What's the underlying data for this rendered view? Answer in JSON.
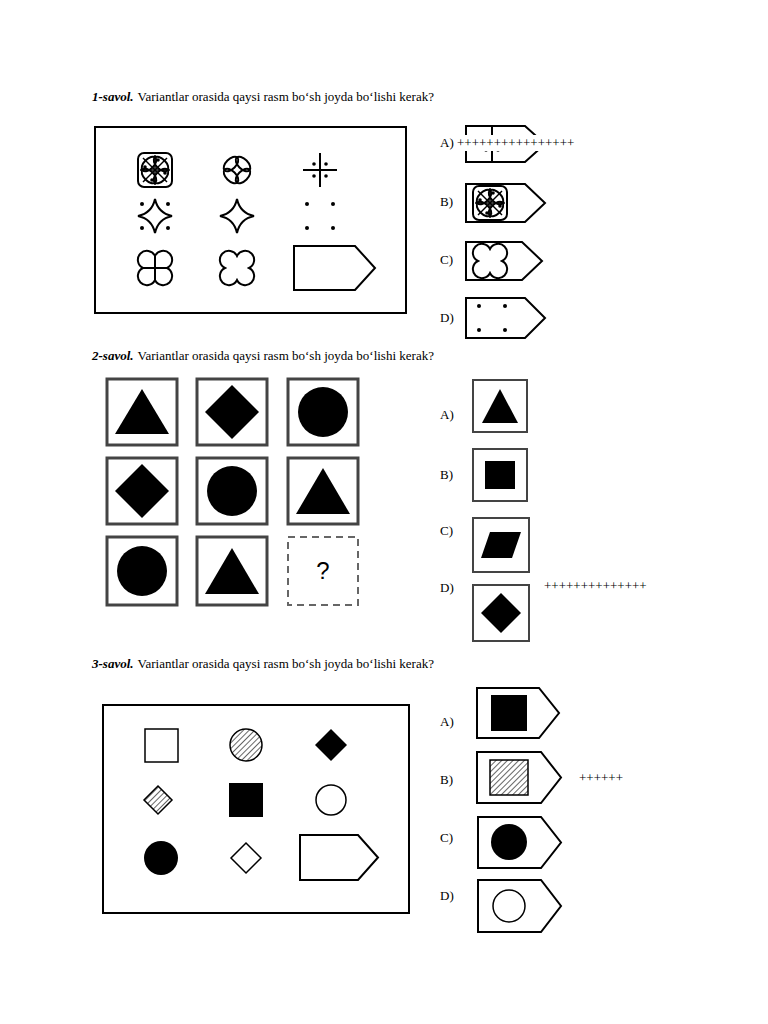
{
  "diagram": {
    "labels": [
      "1-savol.",
      "Variantlar orasida qaysi rasm bo‘sh joyda bo‘lishi kerak?",
      "A)",
      "++++++++++++++++",
      "B)",
      "C)",
      "D)",
      "2-savol.",
      "Variantlar orasida qaysi rasm bo‘sh joyda bo‘lishi kerak?",
      "?",
      "A)",
      "B)",
      "C)",
      "D)",
      "++++++++++++++",
      "3-savol.",
      "Variantlar orasida qaysi rasm bo‘sh joyda bo‘lishi kerak?",
      "A)",
      "B)",
      "++++++",
      "C)",
      "D)"
    ]
  }
}
